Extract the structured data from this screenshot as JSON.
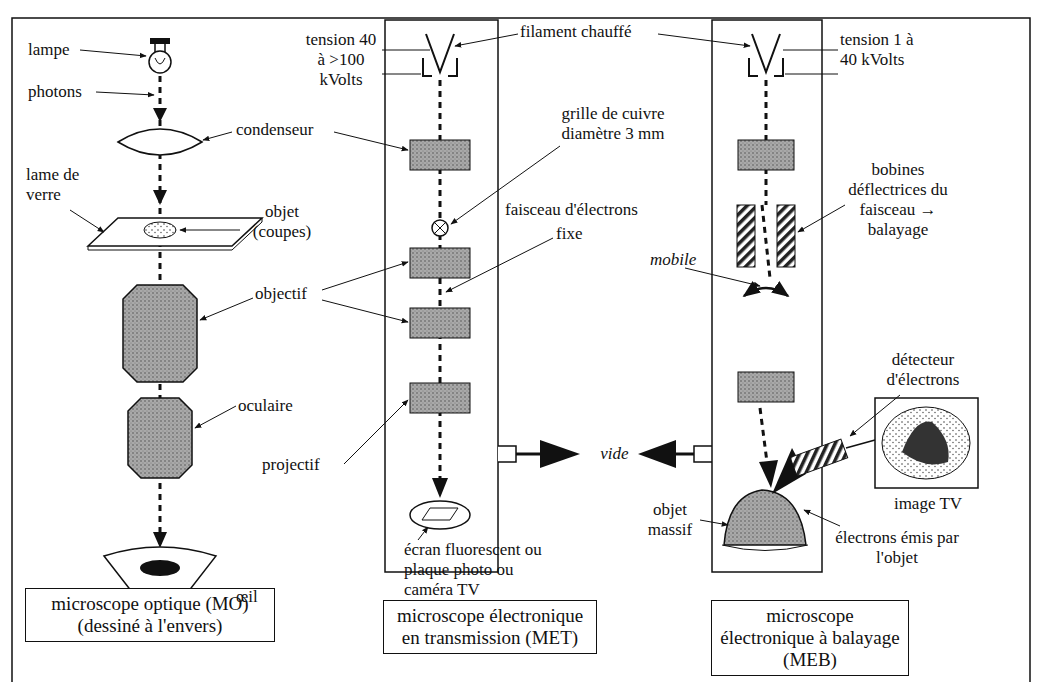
{
  "diagram": {
    "nodes": [
      {
        "text": [
          "microscope optique (MO) (dessiné à l'envers)"
        ]
      },
      {
        "text": [
          "microscope électronique en transmission (MET)"
        ]
      },
      {
        "text": [
          "microscope électronique à balayage (MEB)"
        ]
      }
    ],
    "labels": [
      "lampe",
      "photons",
      "condenseur",
      "lame de verre",
      "objet (coupes)",
      "objectif",
      "oculaire",
      "œil",
      "tension 40 à >100 kVolts",
      "filament chauffé",
      "grille de cuivre diamètre 3 mm",
      "faisceau d'électrons",
      "fixe",
      "mobile",
      "projectif",
      "vide",
      "écran fluorescent ou plaque photo ou caméra TV",
      "tension 1 à 40 kVolts",
      "bobines déflectrices du faisceau → balayage",
      "détecteur d'électrons",
      "objet massif",
      "électrons émis par l'objet",
      "image TV"
    ]
  }
}
